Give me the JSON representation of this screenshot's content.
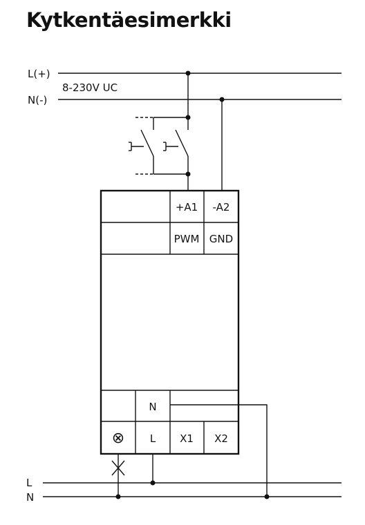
{
  "title": "Kytkentäesimerkki",
  "supply": {
    "line_plus": "L(+)",
    "line_minus": "N(-)",
    "voltage": "8-230V UC"
  },
  "terminals": {
    "a1": "+A1",
    "a2": "-A2",
    "pwm": "PWM",
    "gnd": "GND",
    "n": "N",
    "l": "L",
    "x1": "X1",
    "x2": "X2",
    "lamp_symbol": "⊗"
  },
  "mains": {
    "l": "L",
    "n": "N"
  }
}
